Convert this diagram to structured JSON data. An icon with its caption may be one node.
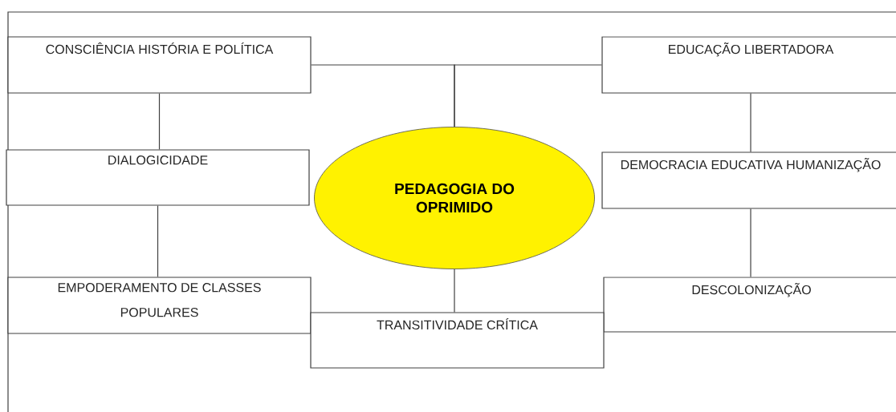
{
  "diagram": {
    "nodes": [
      {
        "text": [
          "CONSCIÊNCIA HISTÓRIA E POLÍTICA"
        ]
      },
      {
        "text": [
          "EDUCAÇÃO LIBERTADORA"
        ]
      },
      {
        "text": [
          "DIALOGICIDADE"
        ]
      },
      {
        "text": [
          "PEDAGOGIA DO OPRIMIDO"
        ]
      },
      {
        "text": [
          "DEMOCRACIA EDUCATIVA HUMANIZAÇÃO"
        ]
      },
      {
        "text": [
          "EMPODERAMENTO DE CLASSES POPULARES"
        ]
      },
      {
        "text": [
          "DESCOLONIZAÇÃO"
        ]
      },
      {
        "text": [
          "TRANSITIVIDADE CRÍTICA"
        ]
      }
    ],
    "edges": [
      {
        "from": 3,
        "to": 0,
        "arrow": "none"
      },
      {
        "from": 3,
        "to": 1,
        "arrow": "none"
      },
      {
        "from": 0,
        "to": 2,
        "arrow": "none"
      },
      {
        "from": 2,
        "to": 5,
        "arrow": "none"
      },
      {
        "from": 1,
        "to": 4,
        "arrow": "none"
      },
      {
        "from": 4,
        "to": 6,
        "arrow": "none"
      },
      {
        "from": 3,
        "to": 7,
        "arrow": "none"
      }
    ]
  }
}
